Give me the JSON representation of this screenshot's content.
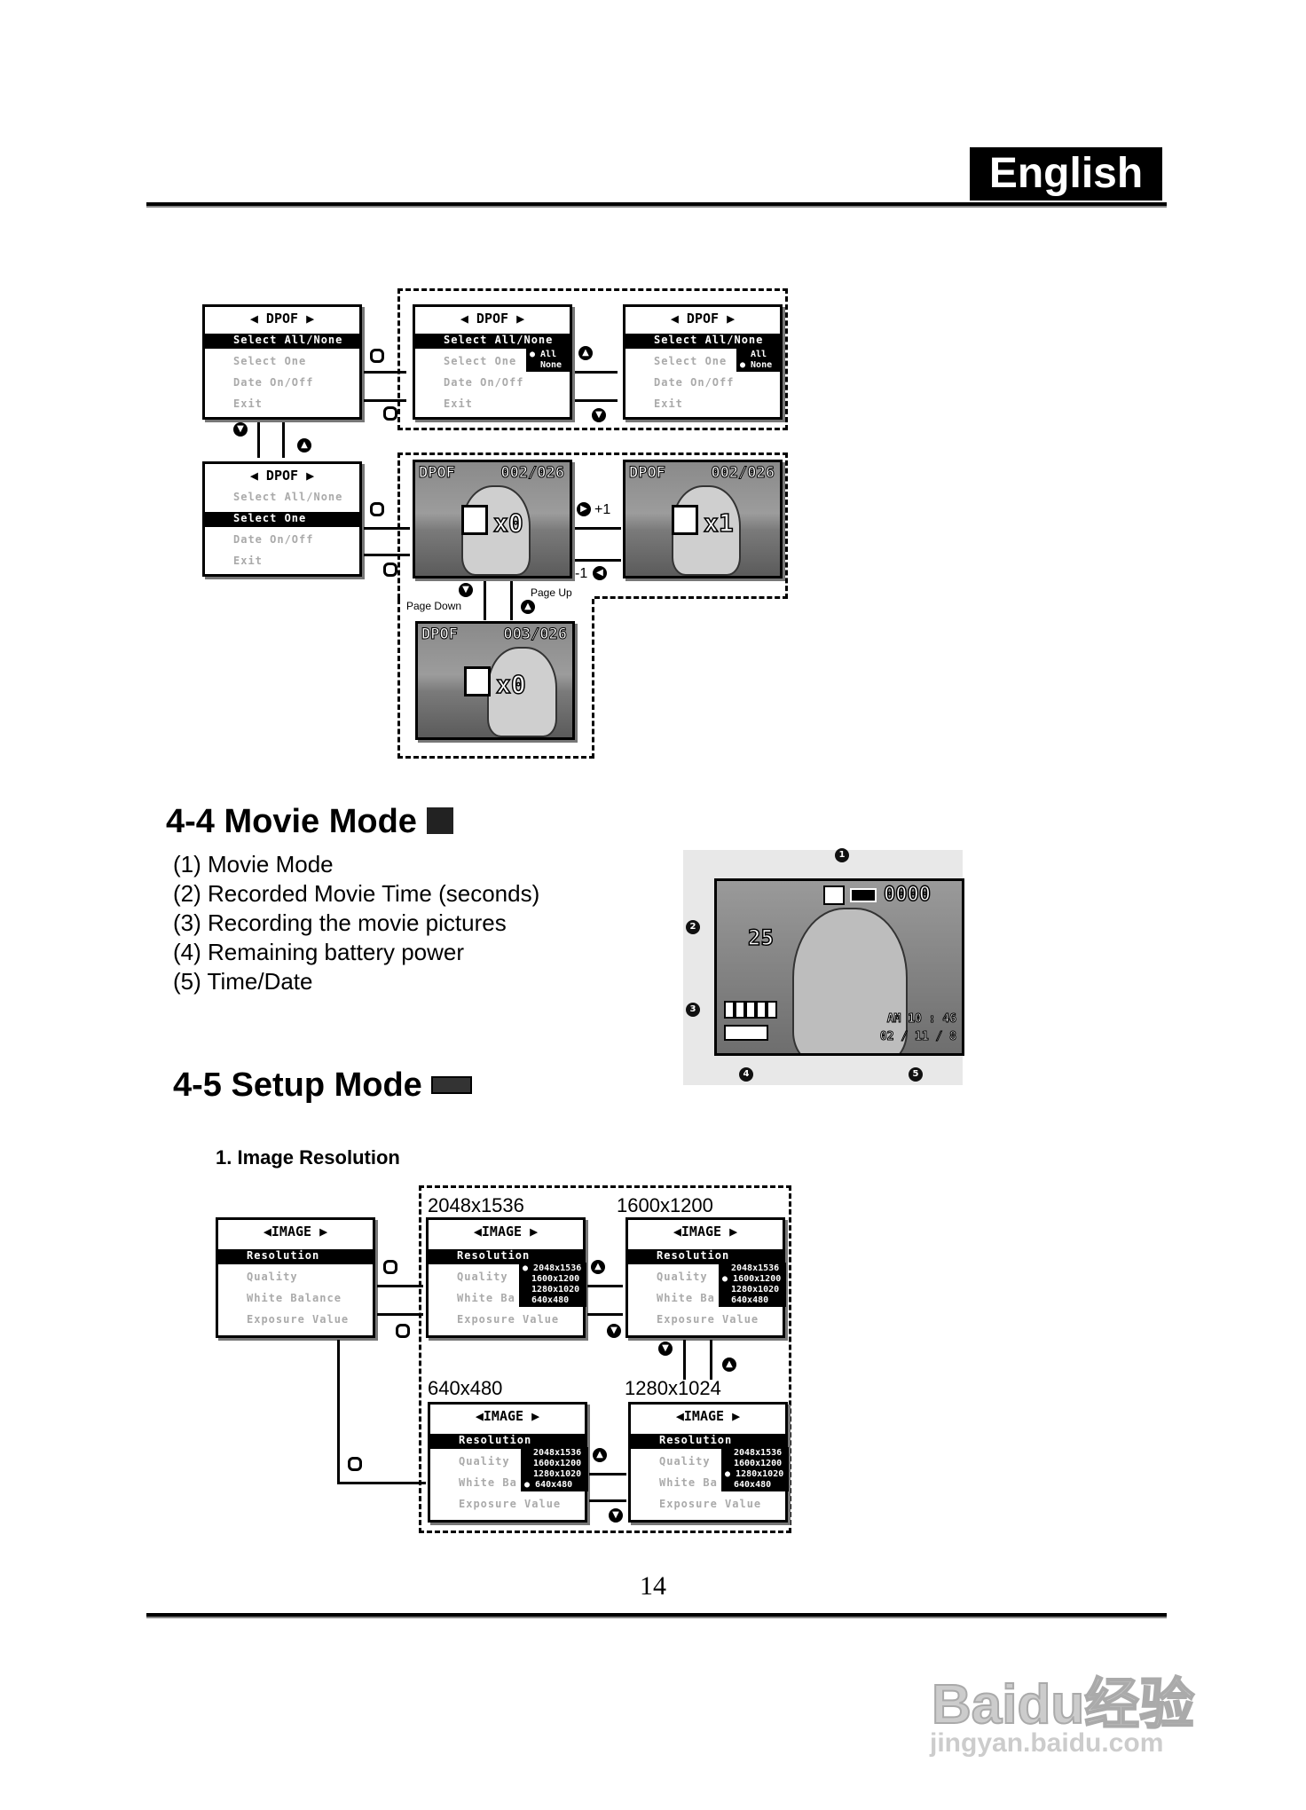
{
  "header": {
    "language": "English"
  },
  "dpof": {
    "menu_title": "◀ DPOF ▶",
    "items": [
      "Select All/None",
      "Select One",
      "Date On/Off",
      "Exit"
    ],
    "popup_all": "● All",
    "popup_none": "None",
    "popup_all2": "All",
    "popup_none2": "● None",
    "photo_label": "DPOF",
    "count_a": "002/026",
    "count_b": "003/026",
    "qty_0": "x0",
    "qty_1": "x1",
    "plus": "+1",
    "minus": "-1",
    "page_down": "Page Down",
    "page_up": "Page Up"
  },
  "movie": {
    "heading": "4-4 Movie Mode",
    "items": [
      "(1) Movie Mode",
      "(2) Recorded Movie Time (seconds)",
      "(3) Recording the movie pictures",
      "(4) Remaining battery power",
      "(5) Time/Date"
    ],
    "screen": {
      "time": "25",
      "counter": "0000",
      "clock": "AM 10 : 46",
      "date": "02 / 11 / 8",
      "callouts": [
        "1",
        "2",
        "3",
        "4",
        "5"
      ]
    }
  },
  "setup": {
    "heading": "4-5 Setup Mode",
    "subheading": "1. Image Resolution",
    "menu_title": "◀IMAGE ▶",
    "items": [
      "Resolution",
      "Quality",
      "White Balance",
      "Exposure Value"
    ],
    "items_short": [
      "Resolution",
      "Quality",
      "White Ba",
      "Exposure Value"
    ],
    "options": [
      "2048x1536",
      "1600x1200",
      "1280x1020",
      "640x480"
    ],
    "labels": [
      "2048x1536",
      "1600x1200",
      "640x480",
      "1280x1024"
    ]
  },
  "footer": {
    "page_number": "14",
    "watermark": "Baidu经验",
    "watermark_sub": "jingyan.baidu.com"
  }
}
